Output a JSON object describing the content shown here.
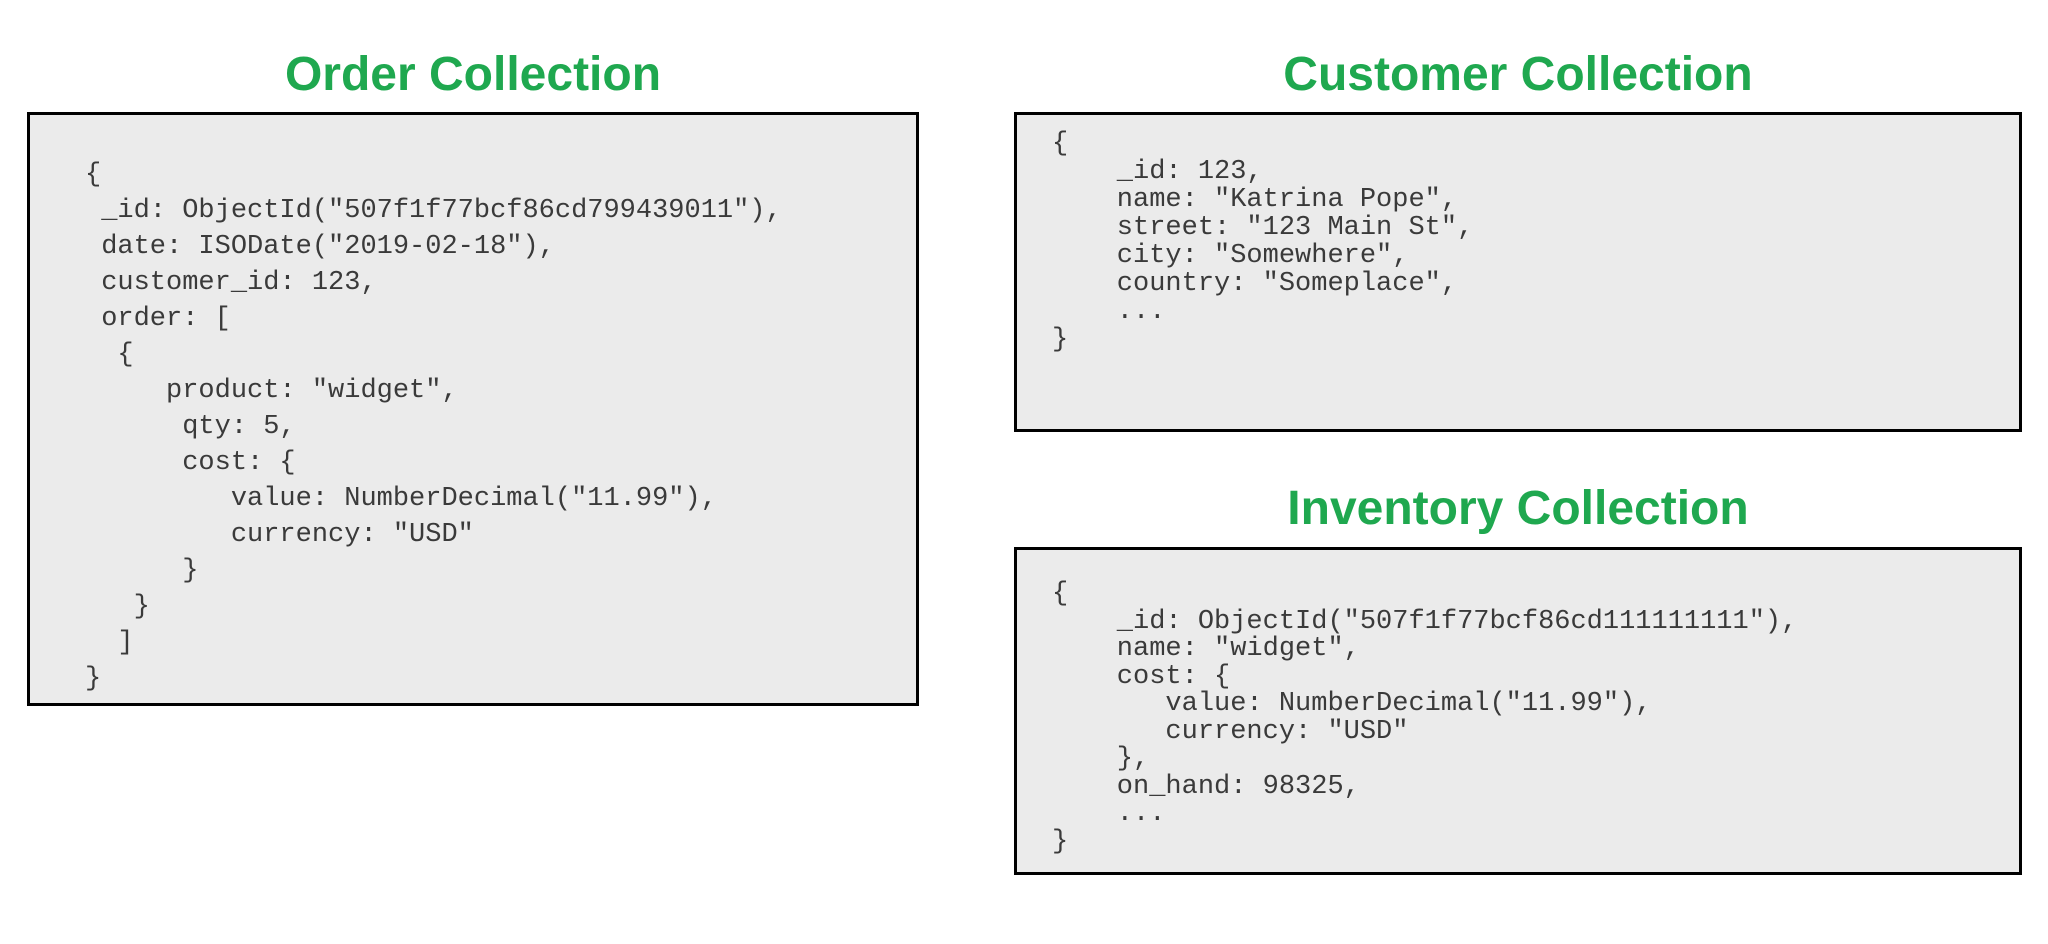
{
  "colors": {
    "title_green": "#1FA84F",
    "box_bg": "#EBEBEB",
    "box_border": "#000000",
    "code_text": "#3A3A3A"
  },
  "panels": [
    {
      "id": "order",
      "title": "Order Collection",
      "code": "{\n _id: ObjectId(\"507f1f77bcf86cd799439011\"),\n date: ISODate(\"2019-02-18\"),\n customer_id: 123,\n order: [\n  {\n     product: \"widget\",\n      qty: 5,\n      cost: {\n         value: NumberDecimal(\"11.99\"),\n         currency: \"USD\"\n      }\n   }\n  ]\n}"
    },
    {
      "id": "customer",
      "title": "Customer Collection",
      "code": "{\n    _id: 123,\n    name: \"Katrina Pope\",\n    street: \"123 Main St\",\n    city: \"Somewhere\",\n    country: \"Someplace\",\n    ...\n}"
    },
    {
      "id": "inventory",
      "title": "Inventory Collection",
      "code": "{\n    _id: ObjectId(\"507f1f77bcf86cd111111111\"),\n    name: \"widget\",\n    cost: {\n       value: NumberDecimal(\"11.99\"),\n       currency: \"USD\"\n    },\n    on_hand: 98325,\n    ...\n}"
    }
  ]
}
